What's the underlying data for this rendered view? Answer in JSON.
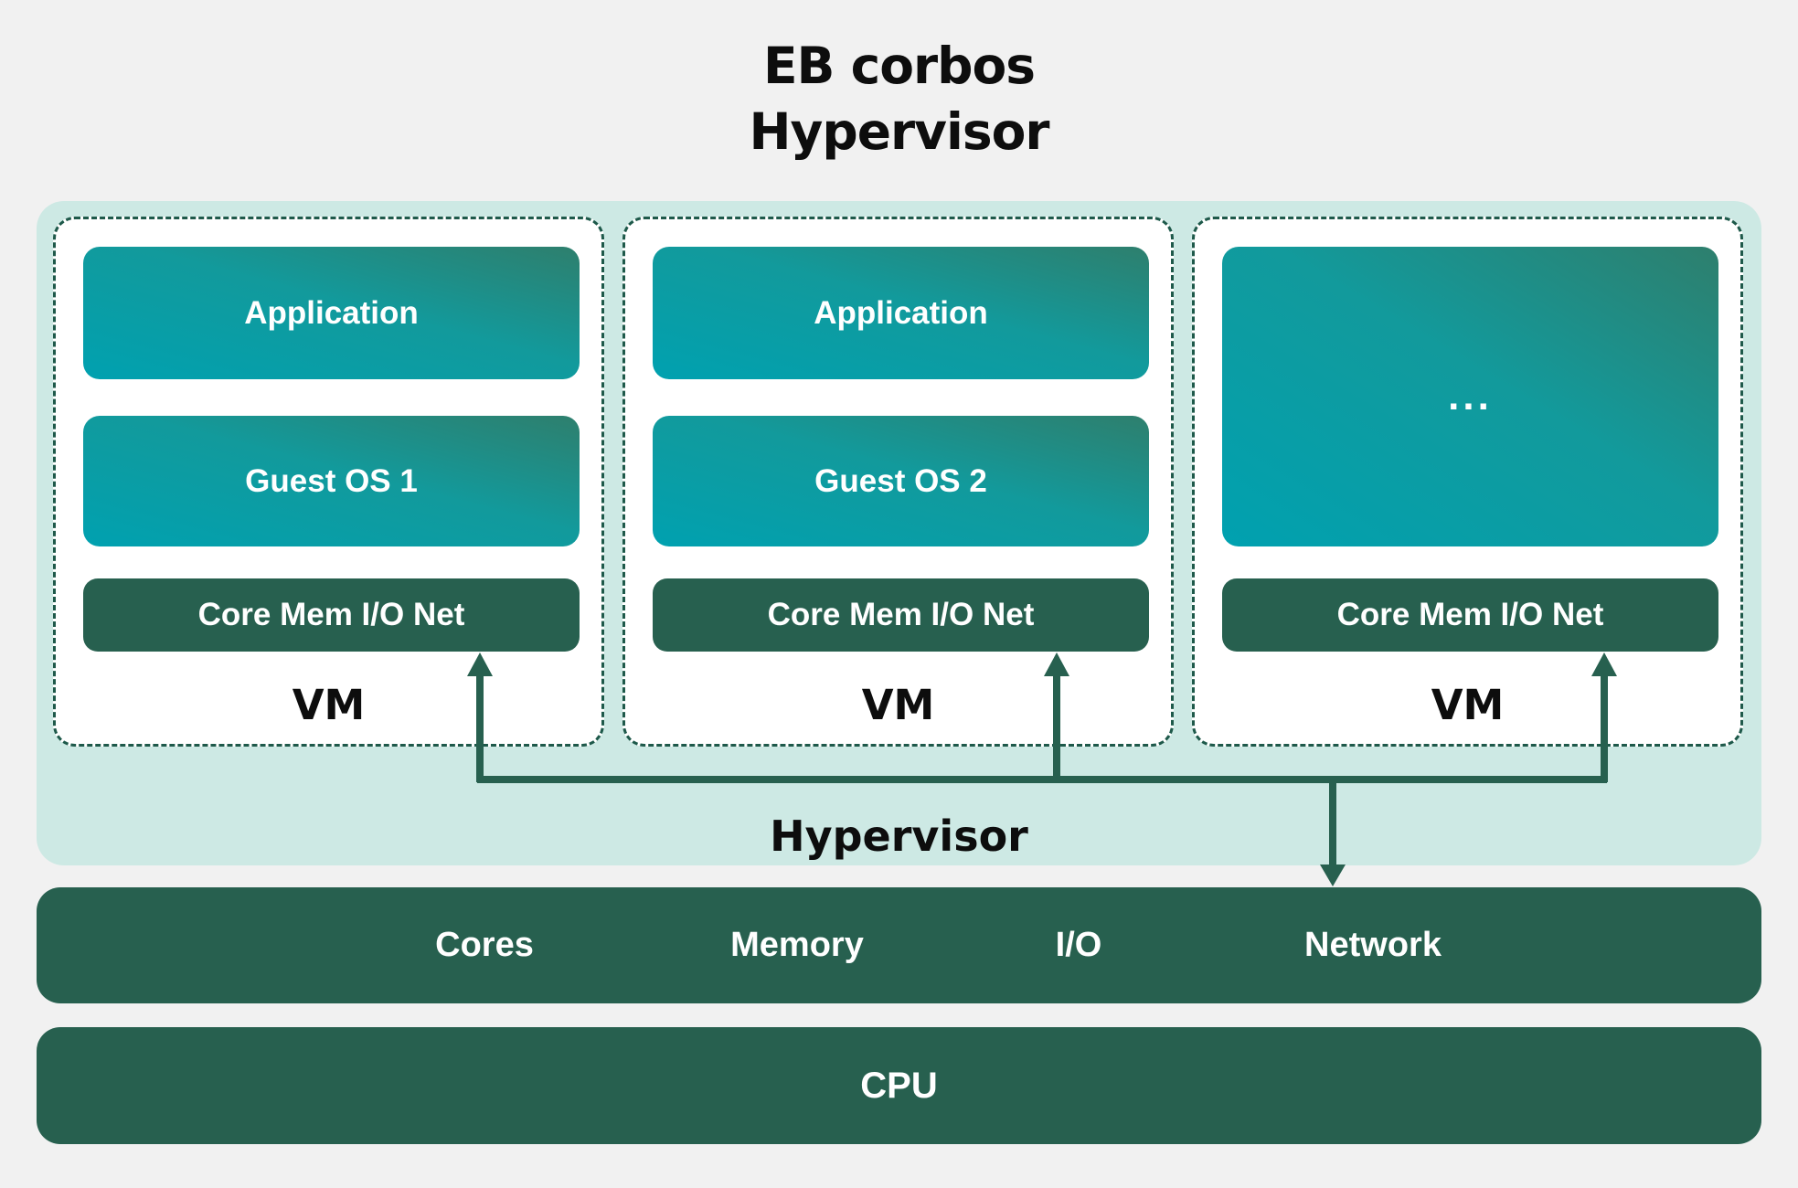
{
  "title": {
    "line1": "EB corbos",
    "line2": "Hypervisor"
  },
  "hypervisor_label": "Hypervisor",
  "vms": [
    {
      "label": "VM",
      "application": "Application",
      "guest_os": "Guest OS 1",
      "resources": "Core Mem I/O Net"
    },
    {
      "label": "VM",
      "application": "Application",
      "guest_os": "Guest OS 2",
      "resources": "Core Mem I/O Net"
    },
    {
      "label": "VM",
      "ellipsis": "...",
      "resources": "Core Mem I/O Net"
    }
  ],
  "hardware": {
    "items": [
      "Cores",
      "Memory",
      "I/O",
      "Network"
    ]
  },
  "cpu_label": "CPU",
  "colors": {
    "background": "#f1f1f1",
    "container": "#cde9e4",
    "dark-green": "#27604f",
    "teal-bright": "#00a1b0",
    "teal-dark": "#2e7f6d",
    "border-dash": "#1e594a",
    "text-dark": "#0d0d0d",
    "text-light": "#ffffff"
  }
}
